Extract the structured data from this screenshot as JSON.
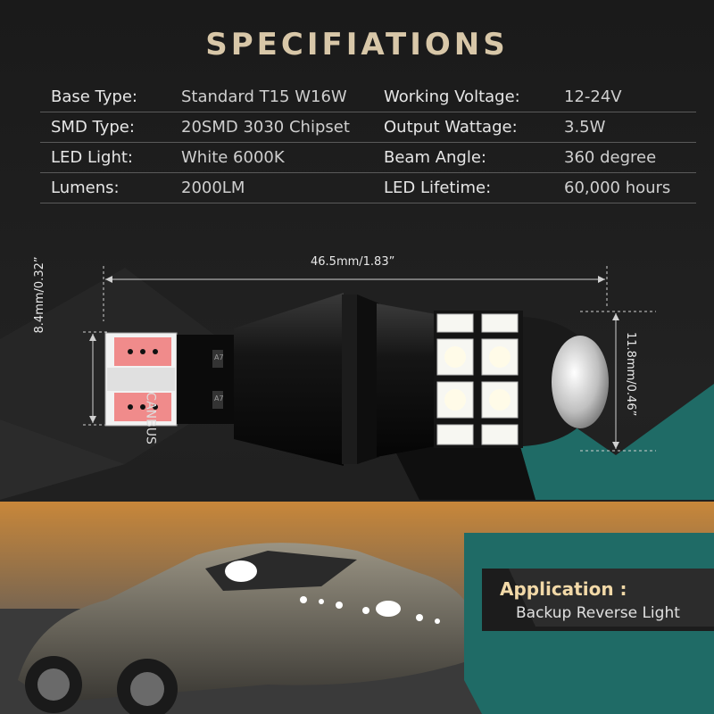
{
  "title": "SPECIFIATIONS",
  "specs": [
    {
      "label1": "Base Type:",
      "value1": "Standard T15 W16W",
      "label2": "Working Voltage:",
      "value2": "12-24V"
    },
    {
      "label1": "SMD Type:",
      "value1": "20SMD 3030 Chipset",
      "label2": "Output Wattage:",
      "value2": "3.5W"
    },
    {
      "label1": "LED Light:",
      "value1": "White 6000K",
      "label2": "Beam Angle:",
      "value2": "360 degree"
    },
    {
      "label1": "Lumens:",
      "value1": "2000LM",
      "label2": "LED Lifetime:",
      "value2": "60,000 hours"
    }
  ],
  "dimensions": {
    "length": "46.5mm/1.83”",
    "base_width": "8.4mm/0.32”",
    "head_width": "11.8mm/0.46”"
  },
  "bulb": {
    "canbus_label": "CANBUS",
    "chip_label": "A7"
  },
  "application": {
    "heading": "Application :",
    "text": "Backup Reverse Light"
  },
  "colors": {
    "accent_teal": "#1f6b66",
    "title_gold": "#d8c7a8",
    "app_gold": "#f2d9a8"
  }
}
